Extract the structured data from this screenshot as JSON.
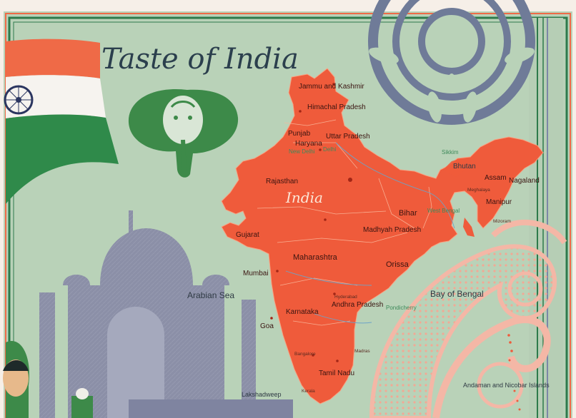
{
  "title": "Taste of India",
  "country_label": "India",
  "states": {
    "jammu": "Jammu and Kashmir",
    "himachal": "Himachal Pradesh",
    "punjab": "Punjab",
    "uttar": "Uttar Pradesh",
    "haryana": "Haryana",
    "rajasthan": "Rajasthan",
    "gujarat": "Gujarat",
    "madhya": "Madhyah Pradesh",
    "bihar": "Bihar",
    "maharashtra": "Maharashtra",
    "orissa": "Orissa",
    "andhra": "Andhra Pradesh",
    "karnataka": "Karnataka",
    "tamil": "Tamil Nadu",
    "goa": "Goa",
    "assam": "Assam",
    "nagaland": "Nagaland",
    "manipur": "Manipur",
    "mizoram": "Mizoram",
    "meghalaya": "Meghalaya"
  },
  "cities": {
    "new_delhi": "New Delhi",
    "delhi": "Delhi",
    "mumbai": "Mumbai",
    "hyderabad": "Hyderabad",
    "bangalore": "Bangalore",
    "madras": "Madras",
    "pondicherry": "Pondicherry",
    "kerala": "Kerala",
    "west_bengal": "West Bengal",
    "sikkim": "Sikkim"
  },
  "neighbors": {
    "bhutan": "Bhutan"
  },
  "water": {
    "arabian_sea": "Arabian Sea",
    "bay_of_bengal": "Bay of Bengal",
    "andaman": "Andaman and Nicobar Islands",
    "lakshadweep": "Lakshadweep"
  },
  "colors": {
    "background": "#b9d2b8",
    "india": "#ef5b3b",
    "border_green": "#2d7a4b",
    "mandala": "#6f7b98",
    "paisley": "#f4b7a6",
    "taj": "#8a8fa6",
    "elephant": "#3d8a49"
  },
  "icons": [
    "india-flag-icon",
    "elephant-icon",
    "mandala-icon",
    "taj-mahal-icon",
    "paisley-icon"
  ]
}
